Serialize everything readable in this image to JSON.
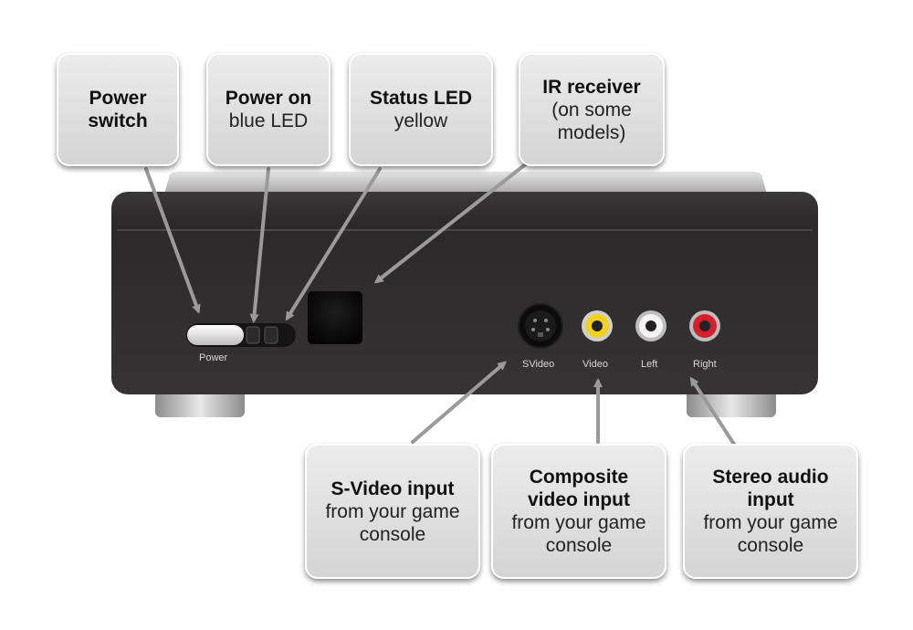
{
  "callouts": {
    "power_switch": {
      "title": "Power switch",
      "subtitle": ""
    },
    "power_on": {
      "title": "Power on",
      "subtitle": "blue LED"
    },
    "status_led": {
      "title": "Status LED",
      "subtitle": "yellow"
    },
    "ir_receiver": {
      "title": "IR receiver",
      "subtitle": "(on some models)"
    },
    "svideo_input": {
      "title": "S-Video input",
      "subtitle": "from your game console"
    },
    "composite_input": {
      "title": "Composite video input",
      "subtitle": "from your game console"
    },
    "stereo_audio": {
      "title": "Stereo audio input",
      "subtitle": "from your game console"
    }
  },
  "device_labels": {
    "power": "Power",
    "svideo": "SVideo",
    "video": "Video",
    "left": "Left",
    "right": "Right"
  },
  "colors": {
    "callout_bg": "#dcdcdc",
    "arrow": "#9a9a9a",
    "device_body": "#2e2c2c",
    "video_jack": "#f2d21b",
    "left_jack": "#f4f4f4",
    "right_jack": "#d5202b"
  }
}
